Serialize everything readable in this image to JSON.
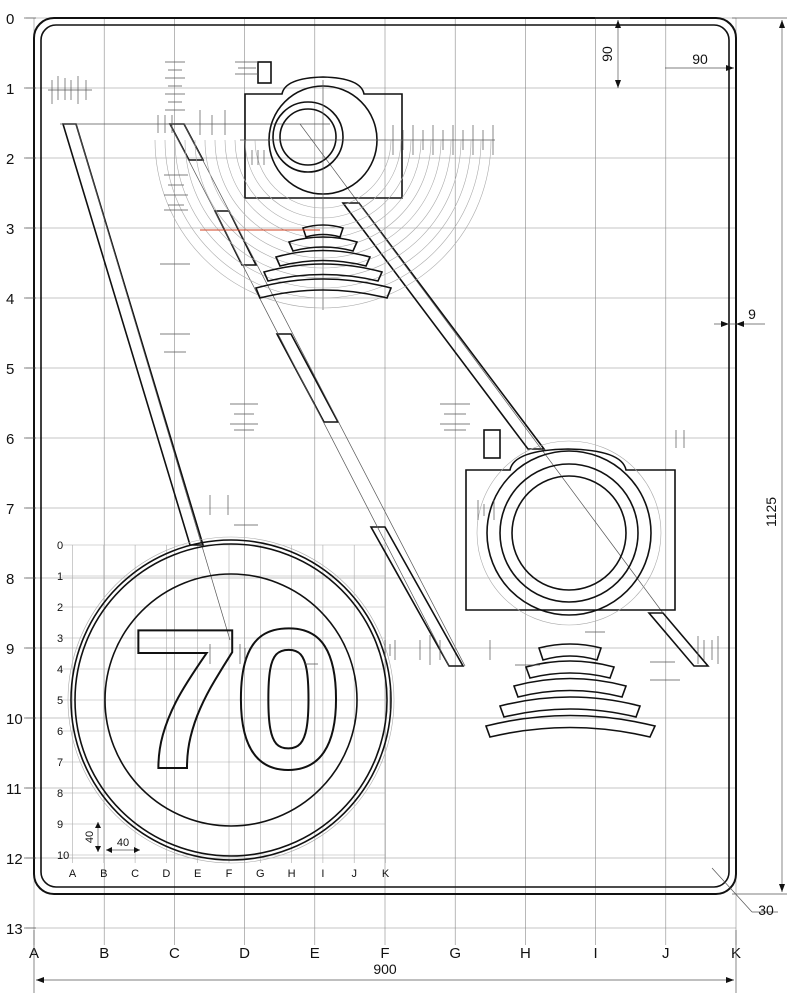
{
  "drawing": {
    "row_labels": [
      "0",
      "1",
      "2",
      "3",
      "4",
      "5",
      "6",
      "7",
      "8",
      "9",
      "10",
      "11",
      "12",
      "13"
    ],
    "col_labels": [
      "A",
      "B",
      "C",
      "D",
      "E",
      "F",
      "G",
      "H",
      "I",
      "J",
      "K"
    ],
    "inner_row_labels": [
      "0",
      "1",
      "2",
      "3",
      "4",
      "5",
      "6",
      "7",
      "8",
      "9",
      "10"
    ],
    "inner_col_labels": [
      "A",
      "B",
      "C",
      "D",
      "E",
      "F",
      "G",
      "H",
      "I",
      "J",
      "K"
    ],
    "speed_limit": "70",
    "dimensions": {
      "width": "900",
      "height": "1125",
      "top_margin": "90",
      "side_margin": "90",
      "border": "9",
      "corner": "30",
      "inner_cell_h": "40",
      "inner_cell_w": "40"
    }
  }
}
